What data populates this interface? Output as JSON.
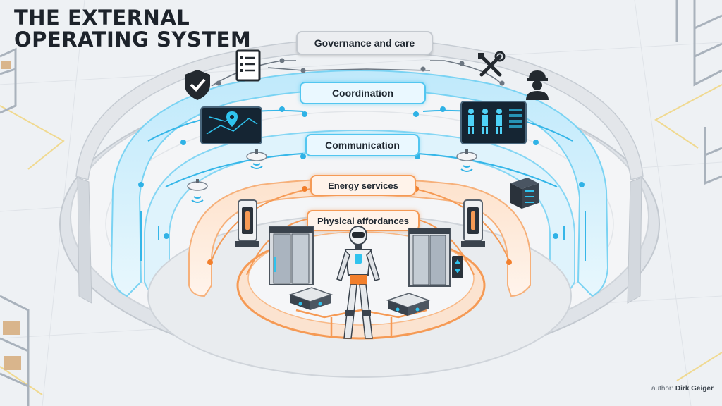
{
  "title": {
    "line1": "THE EXTERNAL",
    "line2": "OPERATING SYSTEM"
  },
  "layers": {
    "governance": "Governance and care",
    "coordination": "Coordination",
    "communication": "Communication",
    "energy": "Energy services",
    "physical": "Physical affordances"
  },
  "author": {
    "prefix": "author: ",
    "name": "Dirk Geiger"
  },
  "colors": {
    "governance_ring": "#d9dde2",
    "digital_ring": "#4fc3ee",
    "physical_ring": "#f59a55",
    "title": "#1d232b"
  },
  "icons": {
    "governance": [
      "shield-check-icon",
      "document-icon",
      "tools-icon",
      "worker-icon"
    ],
    "coordination": [
      "map-screen-icon",
      "robot-fleet-screen-icon"
    ],
    "communication": [
      "wireless-beacon-icon",
      "server-icon"
    ],
    "energy": [
      "charging-station-icon"
    ],
    "physical": [
      "elevator-icon",
      "mobile-robot-icon",
      "humanoid-robot-icon"
    ]
  }
}
